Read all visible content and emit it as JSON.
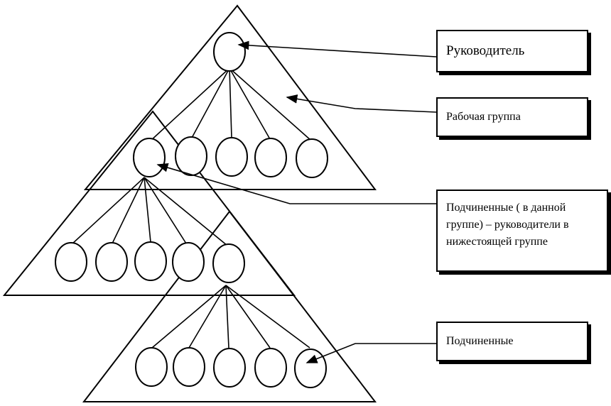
{
  "labels": {
    "leader": "Руководитель",
    "work_group": "Рабочая группа",
    "sub_leaders": "Подчиненные ( в данной группе) – руководители в нижестоящей группе",
    "subordinates": "Подчиненные"
  },
  "colors": {
    "stroke": "#000000",
    "background": "#ffffff"
  }
}
